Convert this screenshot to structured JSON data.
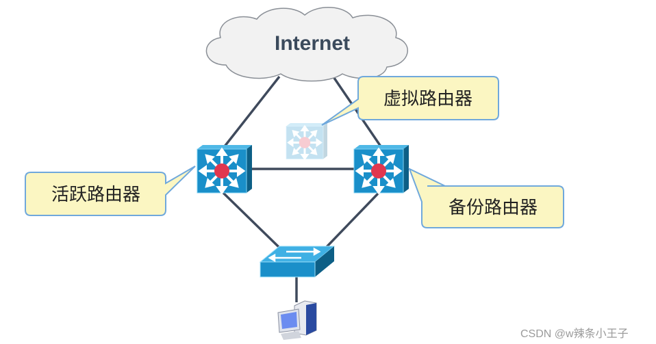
{
  "cloud": {
    "label": "Internet"
  },
  "callouts": {
    "virtual": "虚拟路由器",
    "active": "活跃路由器",
    "backup": "备份路由器"
  },
  "watermark": "CSDN @w辣条小王子",
  "colors": {
    "link": "#3f4a5c",
    "router": "#1a8fc9",
    "router_dark": "#0d5f86",
    "router_center": "#e0374f",
    "callout_fill": "#fbf6c2",
    "callout_stroke": "#6fa8dc"
  }
}
